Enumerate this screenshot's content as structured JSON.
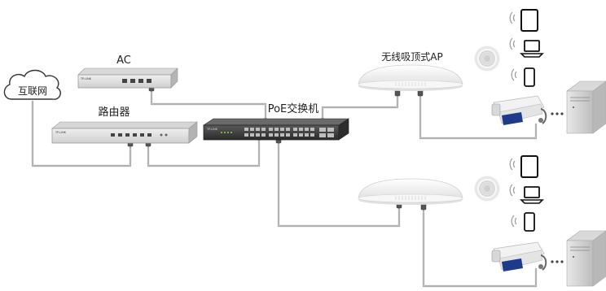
{
  "labels": {
    "internet": "互联网",
    "ac": "AC",
    "router": "路由器",
    "poe_switch": "PoE交换机",
    "ceiling_ap": "无线吸顶式AP"
  },
  "device_badges": {
    "ac": "TP-LINK",
    "router": "TP-LINK",
    "switch": "TP-LINK"
  },
  "colors": {
    "cable": "#8a8a8a",
    "cable_fill": "#e9e9e9",
    "device_gray": "#bfbfbf",
    "device_dark": "#3a3a3a",
    "ap_white": "#f4f4f4",
    "camera_stripe": "#1e3a8a"
  },
  "icons": {
    "cloud": "cloud-icon",
    "tablet": "tablet-icon",
    "laptop": "laptop-icon",
    "phone": "phone-icon",
    "wifi": "wifi-icon",
    "camera": "camera-icon",
    "server": "server-icon",
    "wireless_ripple": "wireless-ripple-icon"
  }
}
